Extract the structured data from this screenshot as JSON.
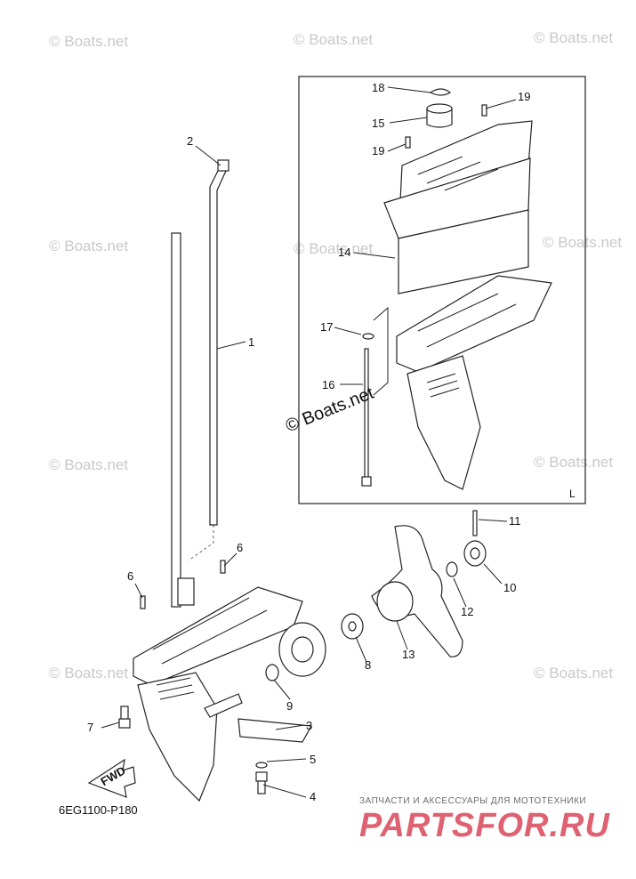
{
  "diagram_code": "6EG1100-P180",
  "inset_letter": "L",
  "watermark_text": "© Boats.net",
  "inset_watermark": "© Boats.net",
  "brand": {
    "tagline": "ЗАПЧАСТИ И АКСЕССУАРЫ ДЛЯ МОТОТЕХНИКИ",
    "logo": "PARTSFOR.RU",
    "color": "#d9475a"
  },
  "fwd_label": "FWD",
  "callouts": [
    "1",
    "2",
    "3",
    "4",
    "5",
    "6",
    "6",
    "7",
    "8",
    "9",
    "10",
    "11",
    "12",
    "13",
    "14",
    "15",
    "16",
    "17",
    "18",
    "19",
    "19"
  ]
}
